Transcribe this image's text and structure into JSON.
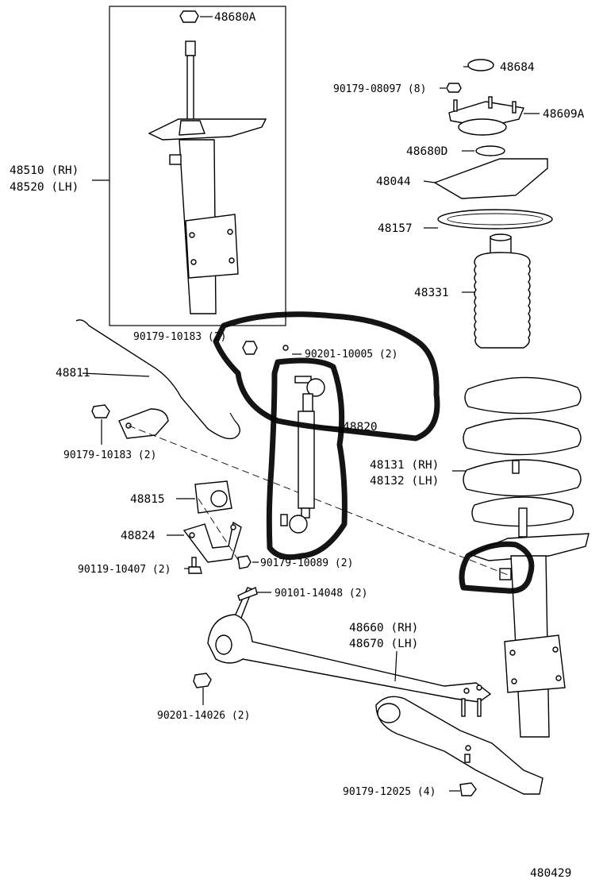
{
  "diagram": {
    "labels": {
      "p48680A": "48680A",
      "p48684": "48684",
      "p90179_08097": "90179-08097 (8)",
      "p48609A": "48609A",
      "p48680D": "48680D",
      "p48044": "48044",
      "p48157": "48157",
      "p48331": "48331",
      "p48510": "48510 (RH)",
      "p48520": "48520 (LH)",
      "p90179_10183a": "90179-10183 (2)",
      "p90201_10005": "90201-10005 (2)",
      "p48811": "48811",
      "p48820": "48820",
      "p90179_10183b": "90179-10183 (2)",
      "p48131": "48131 (RH)",
      "p48132": "48132 (LH)",
      "p48815": "48815",
      "p48824": "48824",
      "p90119_10407": "90119-10407 (2)",
      "p90179_10089": "90179-10089 (2)",
      "p90101_14048": "90101-14048 (2)",
      "p48660": "48660 (RH)",
      "p48670": "48670 (LH)",
      "p90201_14026": "90201-14026 (2)",
      "p90179_12025": "90179-12025 (4)",
      "diagram_code": "480429"
    }
  }
}
